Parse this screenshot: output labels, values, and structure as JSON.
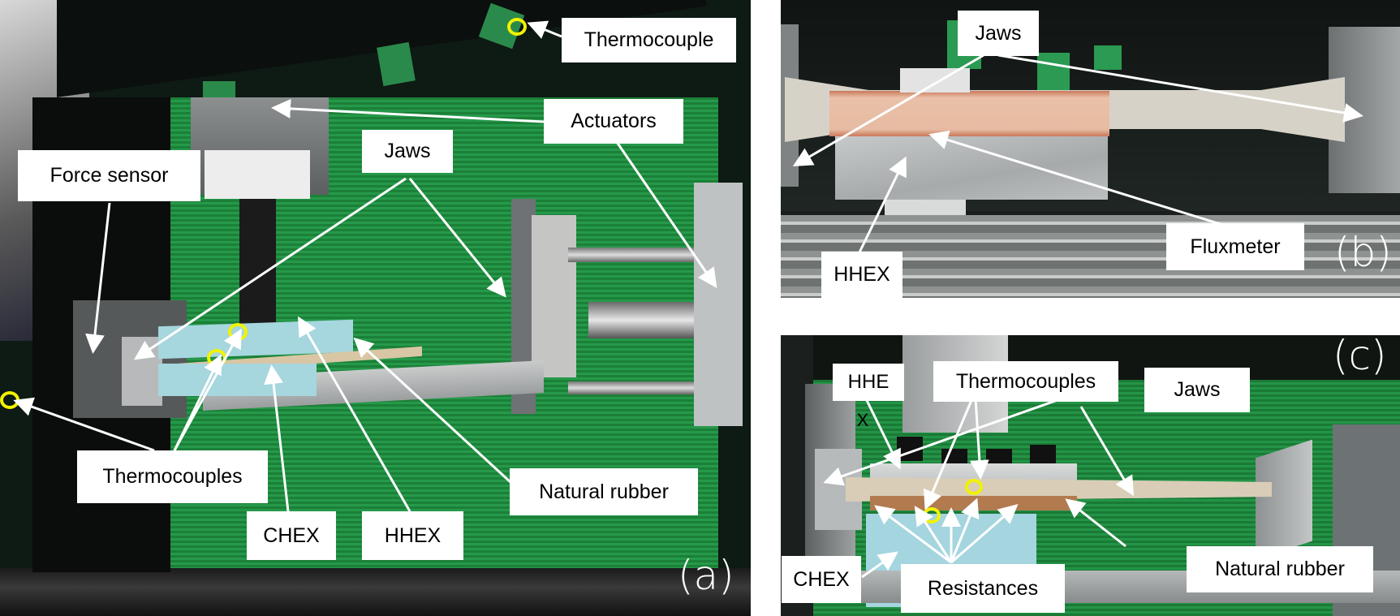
{
  "figure": {
    "panels": [
      {
        "id": "a",
        "letter": "(a)",
        "labels": {
          "thermocouple": "Thermocouple",
          "actuators": "Actuators",
          "jaws": "Jaws",
          "force_sensor": "Force sensor",
          "thermocouples": "Thermocouples",
          "natural_rubber": "Natural rubber",
          "chex": "CHEX",
          "hhex": "HHEX"
        }
      },
      {
        "id": "b",
        "letter": "(b)",
        "labels": {
          "jaws": "Jaws",
          "fluxmeter": "Fluxmeter",
          "hhex": "HHEX"
        }
      },
      {
        "id": "c",
        "letter": "(c)",
        "labels": {
          "hhe": "HHE",
          "x_mark": "X",
          "thermocouples": "Thermocouples",
          "jaws": "Jaws",
          "chex": "CHEX",
          "resistances": "Resistances",
          "natural_rubber": "Natural rubber"
        }
      }
    ],
    "colors": {
      "thermocouple_marker": "#f2f200",
      "green_mat": "#1f8a3e",
      "foam_blue": "#9fd3dc",
      "rubber_beige": "#e3c1a8",
      "aluminium": "#b9bcbd",
      "label_bg": "#ffffff",
      "arrow": "#ffffff"
    }
  }
}
